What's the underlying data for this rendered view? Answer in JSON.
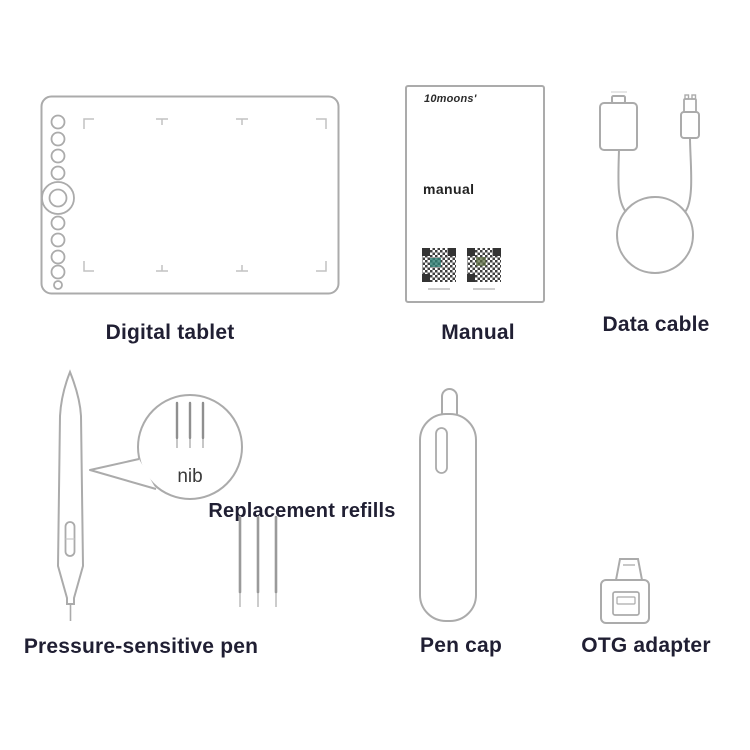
{
  "colors": {
    "line": "#ababab",
    "label": "#201f33",
    "qr_tint_left": "#2e7f74",
    "qr_tint_right": "#5a6b3f"
  },
  "items": {
    "tablet": {
      "label": "Digital tablet"
    },
    "manual": {
      "label": "Manual",
      "brand": "10moons'",
      "cover_title": "manual"
    },
    "data_cable": {
      "label": "Data cable"
    },
    "pen": {
      "label": "Pressure-sensitive pen",
      "callout_label": "nib"
    },
    "refills": {
      "label": "Replacement refills"
    },
    "pen_cap": {
      "label": "Pen cap"
    },
    "otg": {
      "label": "OTG adapter"
    }
  }
}
